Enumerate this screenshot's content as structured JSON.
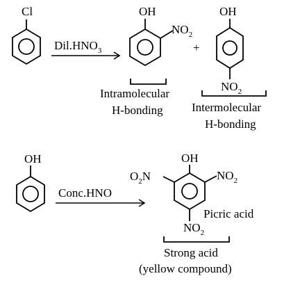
{
  "reaction1": {
    "reactant_substituent": "Cl",
    "reagent": "Dil.HNO",
    "reagent_subscript": "3",
    "plus": "+",
    "ortho_product": {
      "oh": "OH",
      "no2_main": "NO",
      "no2_sub": "2"
    },
    "para_product": {
      "oh": "OH",
      "no2_main": "NO",
      "no2_sub": "2"
    },
    "intra_label_line1": "Intramolecular",
    "intra_label_line2": "H-bonding",
    "inter_label_line1": "Intermolecular",
    "inter_label_line2": "H-bonding"
  },
  "reaction2": {
    "reactant_substituent": "OH",
    "reagent": "Conc.HNO",
    "product": {
      "oh": "OH",
      "left_o2n_main": "O",
      "left_o2n_sub": "2",
      "left_o2n_tail": "N",
      "right_no2_main": "NO",
      "right_no2_sub": "2",
      "bottom_no2_main": "NO",
      "bottom_no2_sub": "2"
    },
    "name": "Picric acid",
    "label_line1": "Strong acid",
    "label_line2": "(yellow compound)"
  }
}
